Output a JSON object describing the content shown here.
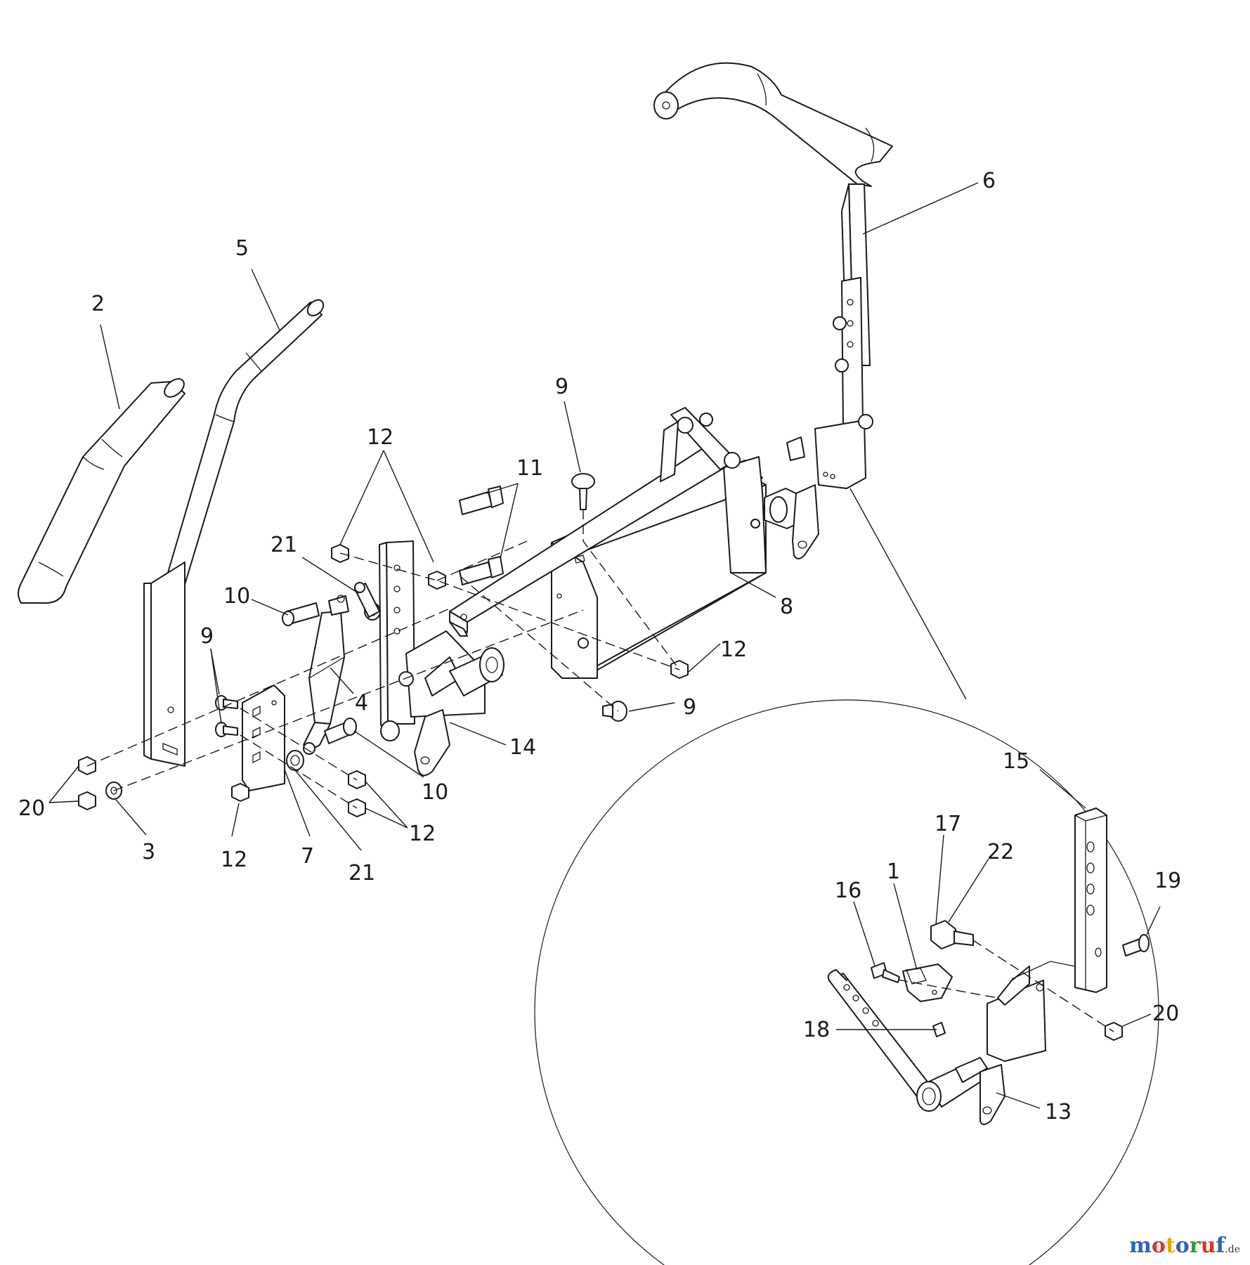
{
  "callouts": {
    "c2": "2",
    "c5": "5",
    "c6": "6",
    "c9_top": "9",
    "c12_a": "12",
    "c11": "11",
    "c21_a": "21",
    "c10_a": "10",
    "c9_left": "9",
    "c4": "4",
    "c8": "8",
    "c12_b": "12",
    "c9_bot": "9",
    "c14": "14",
    "c10_b": "10",
    "c12_c": "12",
    "c20_a": "20",
    "c3": "3",
    "c12_d": "12",
    "c7": "7",
    "c21_b": "21",
    "c15": "15",
    "c17": "17",
    "c22": "22",
    "c1": "1",
    "c16": "16",
    "c19": "19",
    "c20_b": "20",
    "c18": "18",
    "c13": "13"
  },
  "watermark": {
    "m": "m",
    "o1": "o",
    "t": "t",
    "o2": "o",
    "r": "r",
    "u": "u",
    "f": "f",
    "tld": ".de"
  },
  "colors": {
    "line": "#1a1a1a",
    "wm_m": "#2e63b8",
    "wm_o1": "#d63a2a",
    "wm_t": "#e0a800",
    "wm_o2": "#2e63b8",
    "wm_r": "#3a9a3a",
    "wm_u": "#d63a2a",
    "wm_f": "#2e63b8"
  }
}
